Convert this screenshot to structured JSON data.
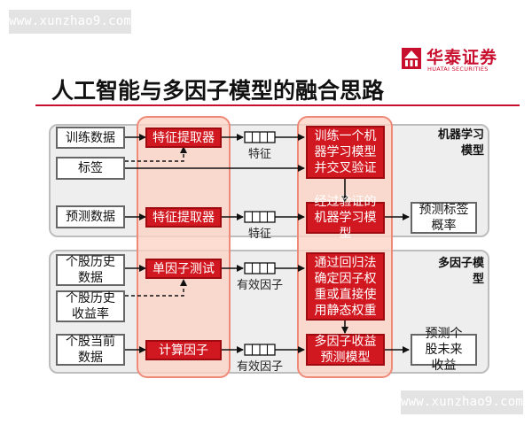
{
  "watermark_top": "www.xunzhao9.com",
  "watermark_bottom": "www.xunzhao9.com",
  "logo": {
    "name": "华泰证券",
    "sub": "HUATAI SECURITIES"
  },
  "title": "人工智能与多因子模型的融合思路",
  "ml_section": {
    "label": "机器学习模型",
    "inputs": {
      "training_data": "训练数据",
      "labels": "标签",
      "predict_data": "预测数据"
    },
    "extractor_1": "特征提取器",
    "extractor_2": "特征提取器",
    "feature_label_1": "特征",
    "feature_label_2": "特征",
    "train_box": "训练一个机器学习模型并交叉验证",
    "validated_box": "经过验证的机器学习模型",
    "output": "预测标签概率"
  },
  "mf_section": {
    "label": "多因子模型",
    "inputs": {
      "stock_history": "个股历史数据",
      "stock_return": "个股历史收益率",
      "stock_current": "个股当前数据"
    },
    "single_test": "单因子测试",
    "compute": "计算因子",
    "factor_label_1": "有效因子",
    "factor_label_2": "有效因子",
    "regression_box": "通过回归法确定因子权重或直接使用静态权重",
    "mf_model_box": "多因子收益预测模型",
    "output": "预测个股未来收益"
  },
  "colors": {
    "accent": "#d11820",
    "highlight": "#fcd4c4",
    "panel": "#eeeeee"
  }
}
